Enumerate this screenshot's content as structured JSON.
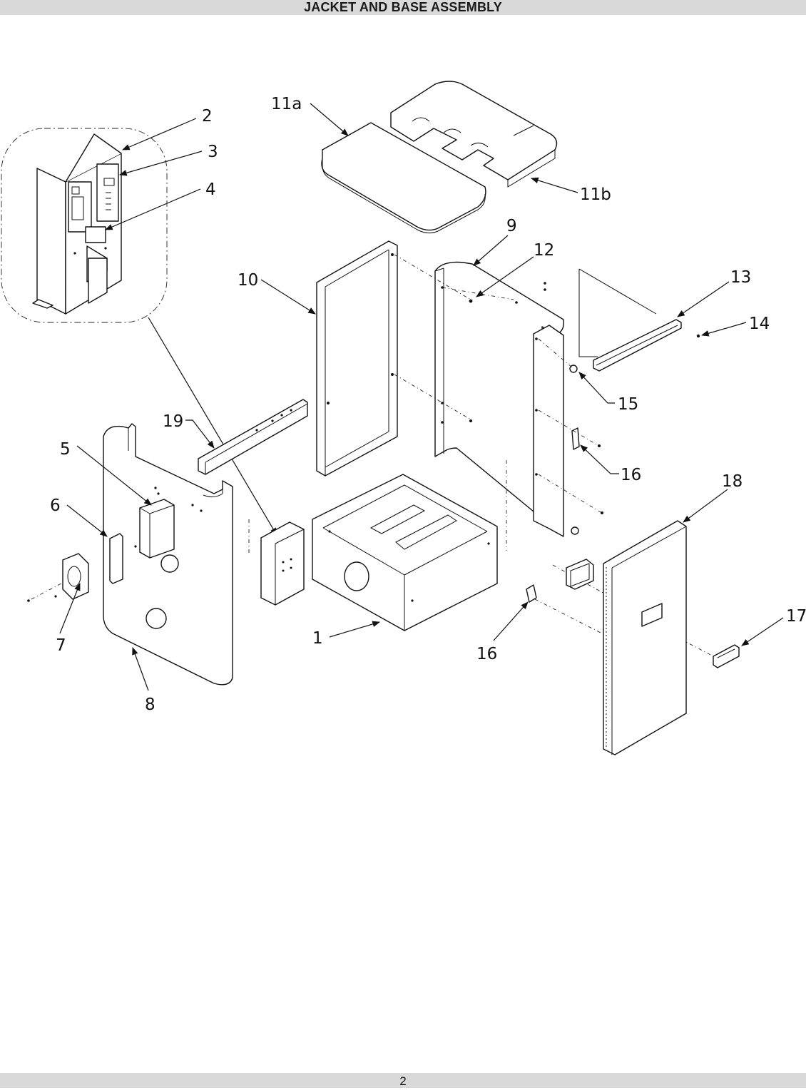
{
  "header": {
    "title": "JACKET AND BASE ASSEMBLY"
  },
  "footer": {
    "page_number": "2"
  },
  "callouts": [
    {
      "id": "c1",
      "text": "1"
    },
    {
      "id": "c2",
      "text": "2"
    },
    {
      "id": "c3",
      "text": "3"
    },
    {
      "id": "c4",
      "text": "4"
    },
    {
      "id": "c5",
      "text": "5"
    },
    {
      "id": "c6",
      "text": "6"
    },
    {
      "id": "c7",
      "text": "7"
    },
    {
      "id": "c8",
      "text": "8"
    },
    {
      "id": "c9",
      "text": "9"
    },
    {
      "id": "c10",
      "text": "10"
    },
    {
      "id": "c11a",
      "text": "11a"
    },
    {
      "id": "c11b",
      "text": "11b"
    },
    {
      "id": "c12",
      "text": "12"
    },
    {
      "id": "c13",
      "text": "13"
    },
    {
      "id": "c14",
      "text": "14"
    },
    {
      "id": "c15",
      "text": "15"
    },
    {
      "id": "c16a",
      "text": "16"
    },
    {
      "id": "c16b",
      "text": "16"
    },
    {
      "id": "c17",
      "text": "17"
    },
    {
      "id": "c18",
      "text": "18"
    },
    {
      "id": "c19",
      "text": "19"
    }
  ]
}
